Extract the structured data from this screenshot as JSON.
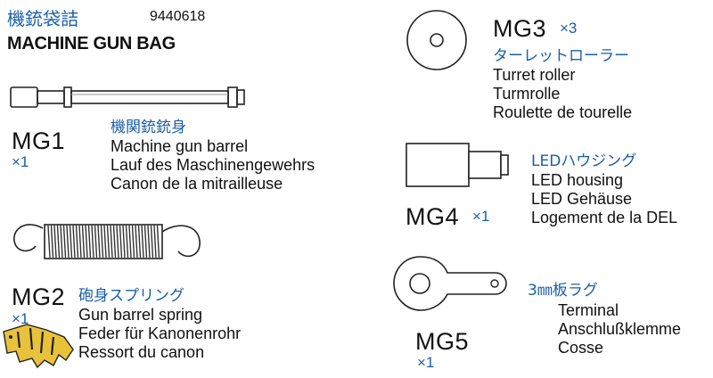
{
  "header": {
    "title_jp": "機銃袋詰",
    "part_number": "9440618",
    "title_en": "MACHINE GUN BAG"
  },
  "parts": [
    {
      "code": "MG1",
      "quantity": "×1",
      "name_jp": "機関銃銃身",
      "names": [
        "Machine gun barrel",
        "Lauf des Maschinengewehrs",
        "Canon de la mitrailleuse"
      ]
    },
    {
      "code": "MG2",
      "quantity": "×1",
      "name_jp": "砲身スプリング",
      "names": [
        "Gun barrel spring",
        "Feder für Kanonenrohr",
        "Ressort du canon"
      ]
    },
    {
      "code": "MG3",
      "quantity": "×3",
      "name_jp": "ターレットローラー",
      "names": [
        "Turret roller",
        "Turmrolle",
        "Roulette de tourelle"
      ]
    },
    {
      "code": "MG4",
      "quantity": "×1",
      "name_jp": "LEDハウジング",
      "names": [
        "LED housing",
        "LED Gehäuse",
        "Logement de la DEL"
      ]
    },
    {
      "code": "MG5",
      "quantity": "×1",
      "name_jp": "3㎜板ラグ",
      "names": [
        "Terminal",
        "Anschlußklemme",
        "Cosse"
      ]
    }
  ],
  "colors": {
    "accent_blue": "#1a5fa8",
    "text": "#111111",
    "logo_yellow": "#e8c23a"
  },
  "icons": [
    "barrel-drawing",
    "spring-drawing",
    "roller-drawing",
    "housing-drawing",
    "terminal-drawing",
    "tiger-logo"
  ]
}
